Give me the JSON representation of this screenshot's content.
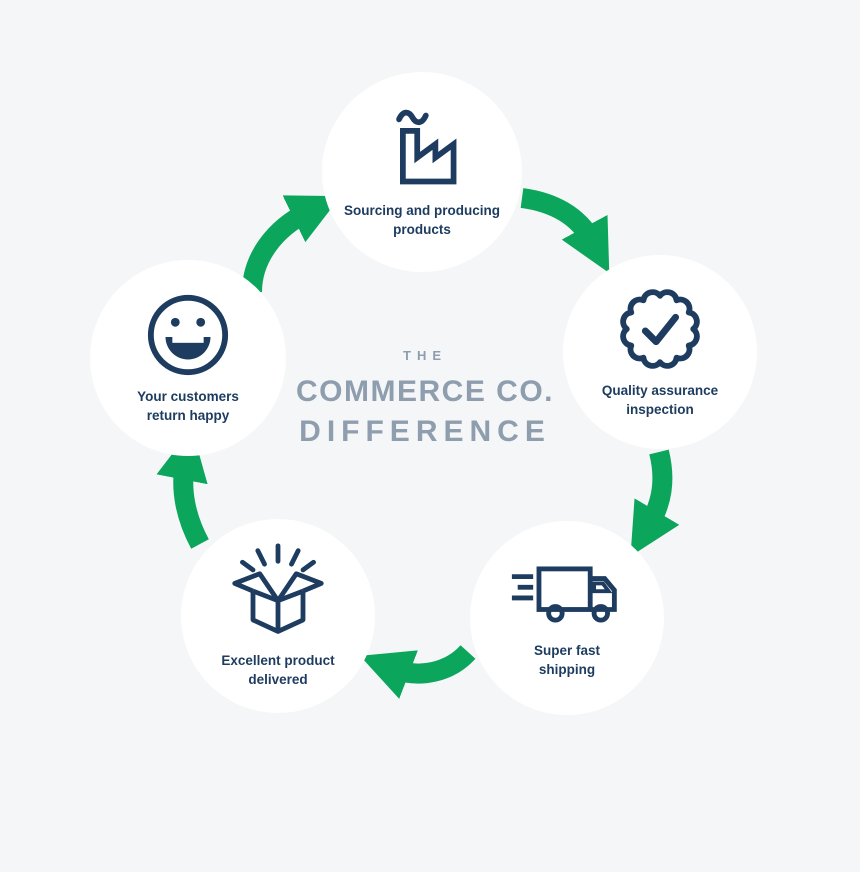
{
  "colors": {
    "bg": "#f5f6f7",
    "circle": "#ffffff",
    "navy": "#1e3c60",
    "green": "#0ba55c",
    "titleGray": "#8e9eae"
  },
  "title": {
    "kicker": "THE",
    "line1": "COMMERCE CO.",
    "line2": "DIFFERENCE"
  },
  "nodes": {
    "sourcing": {
      "label": "Sourcing and producing products",
      "icon": "factory-icon"
    },
    "quality": {
      "label": "Quality assurance inspection",
      "icon": "quality-seal-check-icon"
    },
    "shipping": {
      "label": "Super fast shipping",
      "icon": "delivery-truck-icon"
    },
    "delivered": {
      "label": "Excellent product delivered",
      "icon": "open-box-icon"
    },
    "customers": {
      "label": "Your customers return happy",
      "icon": "happy-face-icon"
    }
  },
  "flow_order": [
    "sourcing",
    "quality",
    "shipping",
    "delivered",
    "customers"
  ]
}
